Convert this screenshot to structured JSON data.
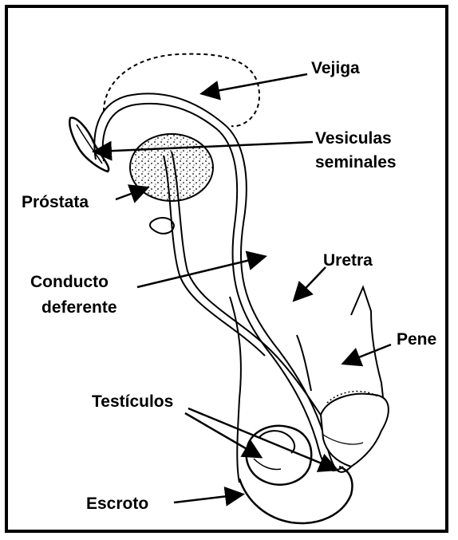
{
  "labels": {
    "vejiga": "Vejiga",
    "vesiculas_line1": "Vesiculas",
    "vesiculas_line2": "seminales",
    "prostata": "Próstata",
    "uretra": "Uretra",
    "conducto_line1": "Conducto",
    "conducto_line2": "deferente",
    "pene": "Pene",
    "testiculos": "Testículos",
    "escroto": "Escroto"
  }
}
